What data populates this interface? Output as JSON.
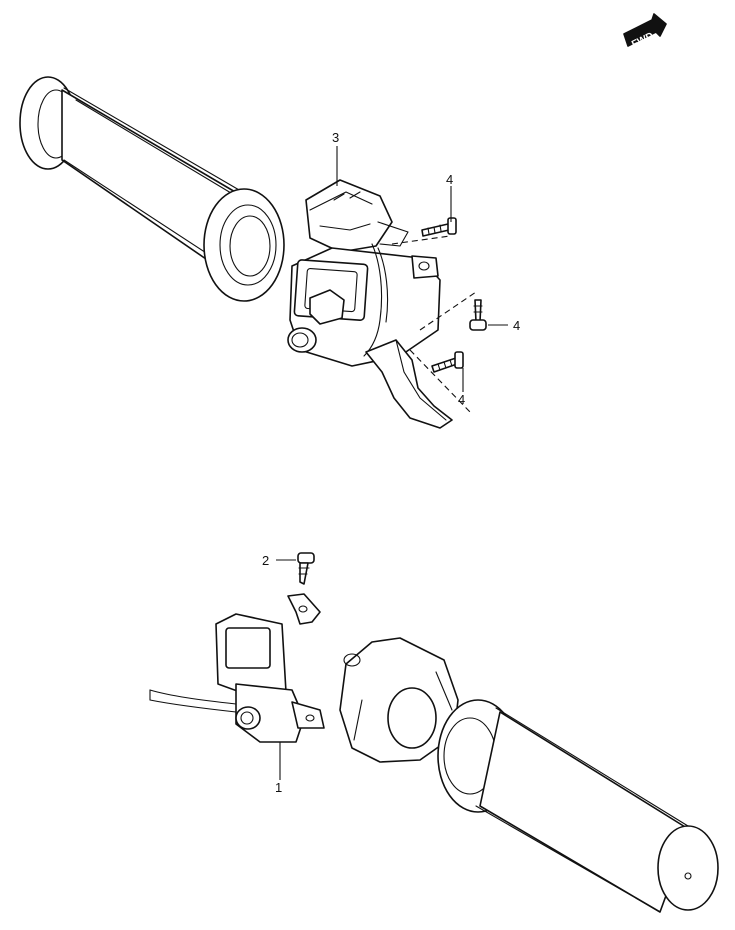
{
  "badge": {
    "text": "FWD"
  },
  "callouts": {
    "c1": "1",
    "c2": "2",
    "c3": "3",
    "c4a": "4",
    "c4b": "4",
    "c4c": "4"
  },
  "colors": {
    "line": "#111111",
    "background": "#ffffff"
  }
}
